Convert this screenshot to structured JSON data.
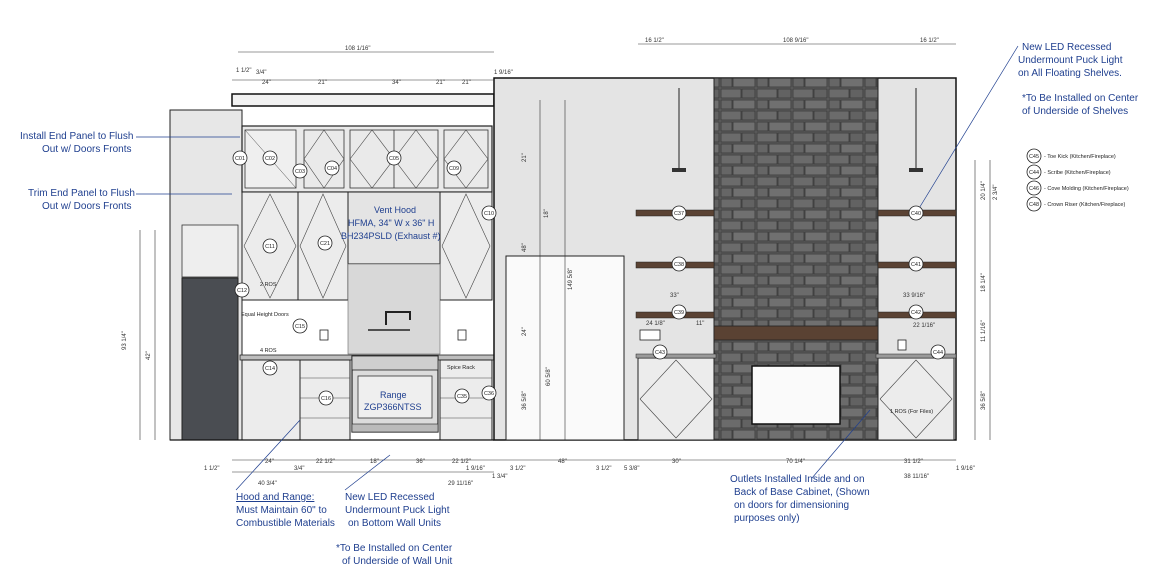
{
  "notes": {
    "end_panel_flush_1": "Install End Panel to Flush",
    "end_panel_flush_2": "Out w/ Doors Fronts",
    "trim_panel_flush_1": "Trim End Panel to Flush",
    "trim_panel_flush_2": "Out w/ Doors Fronts",
    "led_shelves_1": "New LED Recessed",
    "led_shelves_2": "Undermount Puck Light",
    "led_shelves_3": "on All Floating Shelves.",
    "led_shelves_4": "*To Be Installed on Center",
    "led_shelves_5": "of Underside of Shelves",
    "hood_range_title": "Hood and Range:",
    "hood_range_2": "Must Maintain 60\" to",
    "hood_range_3": "Combustible Materials",
    "led_wall_1": "New LED Recessed",
    "led_wall_2": "Undermount Puck Light",
    "led_wall_3": "on Bottom Wall Units",
    "led_wall_4": "*To Be Installed on Center",
    "led_wall_5": "of Underside of Wall Unit",
    "outlets_1": "Outlets Installed Inside and on",
    "outlets_2": "Back of Base Cabinet, (Shown",
    "outlets_3": "on doors for dimensioning",
    "outlets_4": "purposes only)"
  },
  "labels": {
    "vent_hood_1": "Vent Hood",
    "vent_hood_2": "HFMA, 34\" W x 36\" H",
    "vent_hood_3": "BH234PSLD (Exhaust #)",
    "range_1": "Range",
    "range_2": "ZGP366NTSS",
    "rows_2": "2 ROS",
    "rows_4": "4 ROS",
    "equal_height": "Equal Height Doors",
    "spice_rack": "Spice Rack",
    "ro": "1 ROS (For Files)"
  },
  "legend": [
    {
      "tag": "C45",
      "text": "Toe Kick (Kitchen/Fireplace)"
    },
    {
      "tag": "C44",
      "text": "Scribe (Kitchen/Fireplace)"
    },
    {
      "tag": "C46",
      "text": "Cove Molding (Kitchen/Fireplace)"
    },
    {
      "tag": "C48",
      "text": "Crown Riser (Kitchen/Fireplace)"
    }
  ],
  "dimensions": {
    "top_overall_left": "108 1/16\"",
    "top_overall_right": "108 9/16\"",
    "top_left_edge": "16 1/2\"",
    "top_right_edge": "16 1/2\"",
    "top_1_1_2": "1 1/2\"",
    "top_3_4": "3/4\"",
    "top_1_9_16": "1 9/16\"",
    "w24": "24\"",
    "w21a": "21\"",
    "w34": "34\"",
    "w21b": "21\"",
    "w21c": "21\"",
    "b1_1_2": "1 1/2\"",
    "b24": "24\"",
    "b3_4": "3/4\"",
    "b22_1_2a": "22 1/2\"",
    "b18": "18\"",
    "b36": "36\"",
    "b22_1_2b": "22 1/2\"",
    "b1_9_16": "1 9/16\"",
    "b3_1_2": "3 1/2\"",
    "b48": "48\"",
    "b3_1_2b": "3 1/2\"",
    "b5_3_8": "5 3/8\"",
    "b30": "30\"",
    "b70_1_4": "70 1/4\"",
    "b31_1_2": "31 1/2\"",
    "b1_9_16b": "1 9/16\"",
    "b40_3_4": "40 3/4\"",
    "b29_11_16": "29 11/16\"",
    "b1_3_4": "1 3/4\"",
    "b38_11_16": "38 11/16\"",
    "h93_1_4": "93 1/4\"",
    "h42": "42\"",
    "h149": "149 5/8\"",
    "h18": "18\"",
    "h21": "21\"",
    "h48": "48\"",
    "h24": "24\"",
    "h36": "36 5/8\"",
    "h60": "60 5/8\"",
    "s33": "33\"",
    "s24": "24 1/8\"",
    "s11": "11\"",
    "s33r": "33 9/16\"",
    "s22": "22 1/16\"",
    "r20": "20 1/4\"",
    "r18": "18 1/4\"",
    "r11": "11 1/16\"",
    "r36": "36 5/8\"",
    "r2_3_4": "2 3/4\""
  },
  "tags": {
    "c01": "C01",
    "c02": "C02",
    "c03": "C03",
    "c04": "C04",
    "c05": "C05",
    "c09": "C09",
    "c10": "C10",
    "c11": "C11",
    "c12": "C12",
    "c14": "C14",
    "c15": "C15",
    "c16": "C16",
    "c21": "C21",
    "c35": "C35",
    "c36": "C36",
    "c37": "C37",
    "c38": "C38",
    "c39": "C39",
    "c40": "C40",
    "c41": "C41",
    "c42": "C42",
    "c43": "C43",
    "c44": "C44"
  }
}
